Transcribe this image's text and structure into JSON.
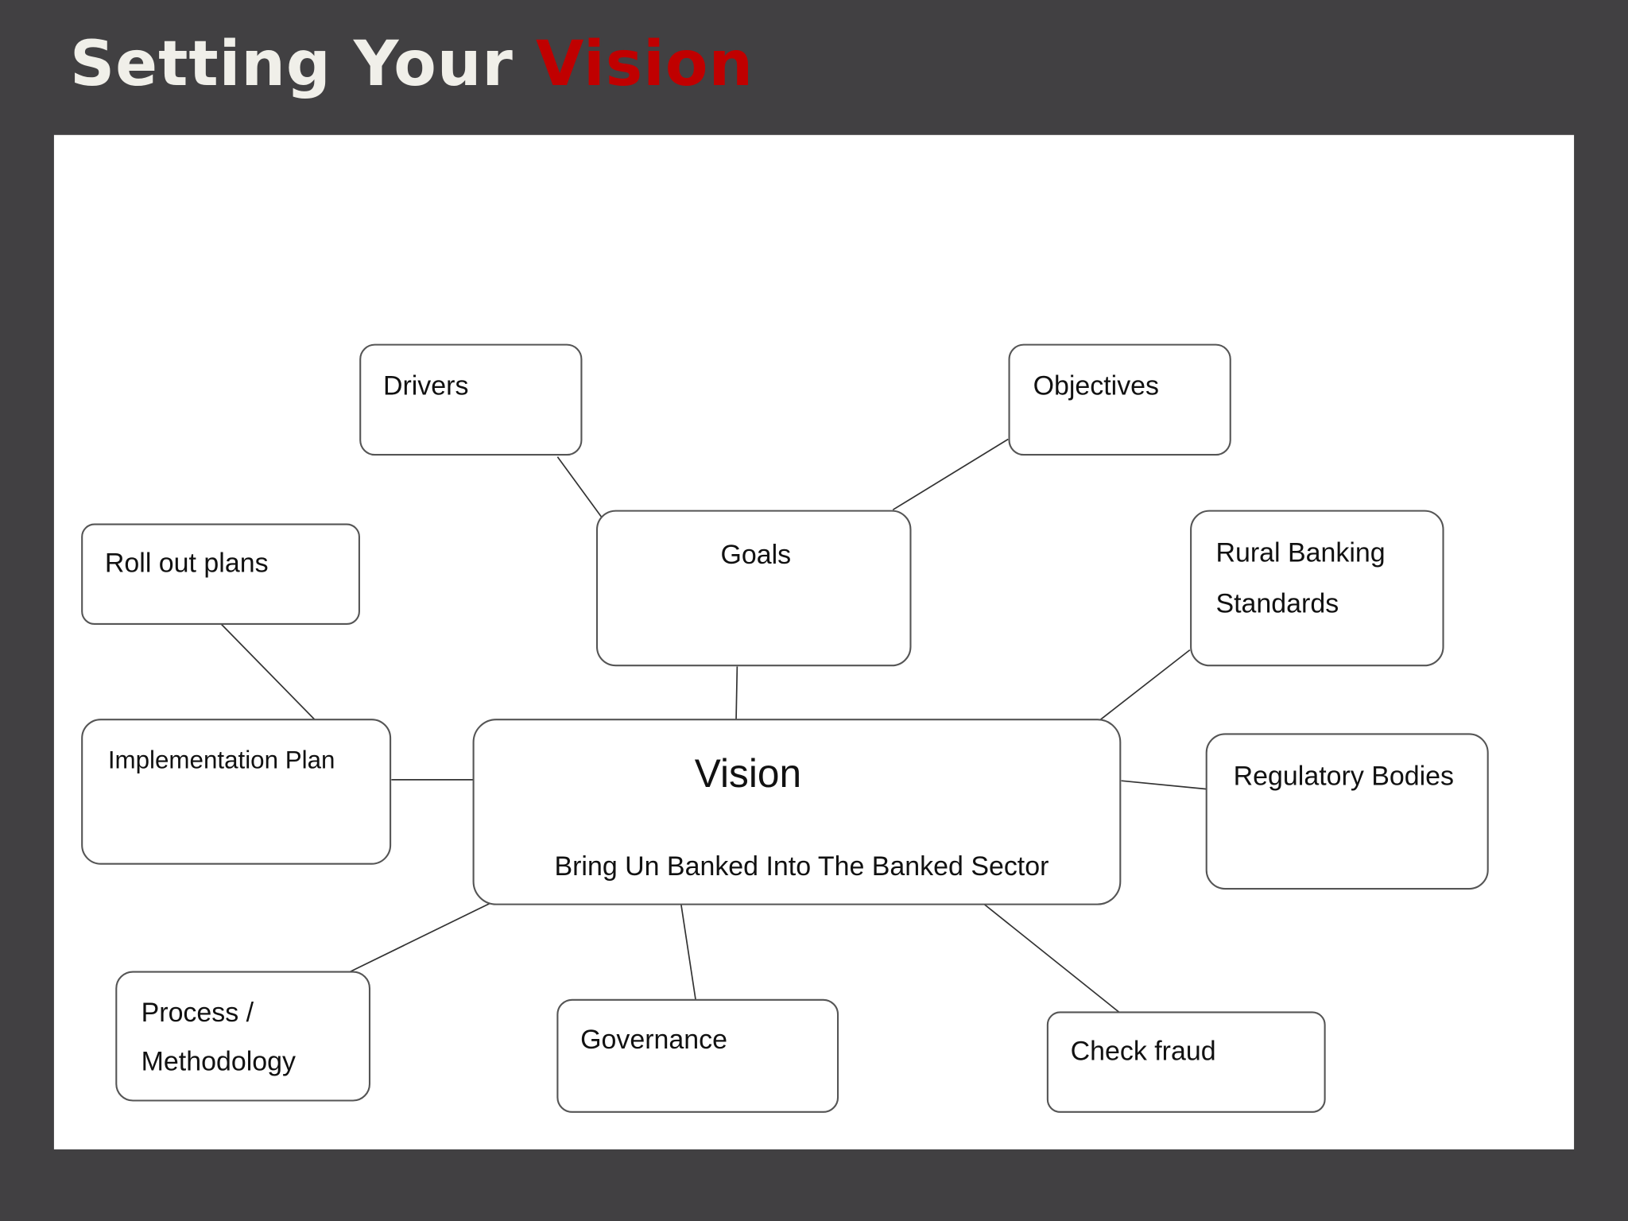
{
  "title": {
    "main": "Setting Your ",
    "accent": "Vision",
    "accent_color": "#c00000"
  },
  "diagram": {
    "center": {
      "title": "Vision",
      "subtitle": "Bring Un Banked Into The Banked Sector"
    },
    "nodes": {
      "drivers": "Drivers",
      "objectives": "Objectives",
      "goals": "Goals",
      "rollout": "Roll out plans",
      "rural_1": "Rural Banking",
      "rural_2": "Standards",
      "implementation": "Implementation Plan",
      "regulatory": "Regulatory Bodies",
      "process_1": "Process /",
      "process_2": "Methodology",
      "governance": "Governance",
      "fraud": "Check fraud"
    }
  }
}
